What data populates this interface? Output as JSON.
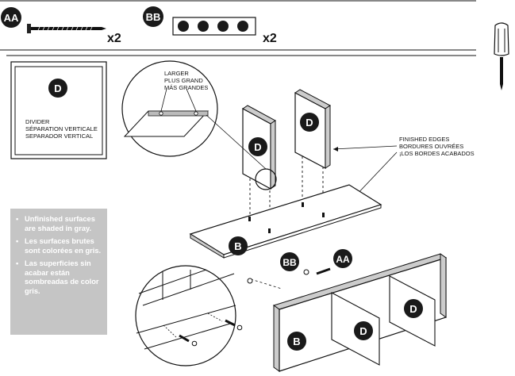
{
  "hardware": {
    "screw": {
      "badge": "AA",
      "quantity": "x2",
      "icon": "screw-icon"
    },
    "dowel": {
      "badge": "BB",
      "quantity": "x2",
      "icon": "dowel-icon"
    },
    "tool": {
      "icon": "screwdriver-icon"
    }
  },
  "part_card": {
    "badge": "D",
    "lines": [
      "DIVIDER",
      "SÉPARATION VERTICALE",
      "SEPARADOR VERTICAL"
    ]
  },
  "callout_larger": [
    "LARGER",
    "PLUS GRAND",
    "MÁS GRANDES"
  ],
  "callout_finished_edges": [
    "FINISHED EDGES",
    "BORDURES OUVRÉES",
    "¡LOS BORDES ACABADOS"
  ],
  "part_labels": {
    "divider": "D",
    "bottom": "B"
  },
  "note": [
    "Unfinished surfaces are shaded in gray.",
    "Les surfaces brutes sont colorées en gris.",
    "Las superficies sin acabar están sombreadas de color gris."
  ],
  "colors": {
    "badge": "#1a1a1a",
    "note_bg": "#c5c5c5",
    "line": "#111111"
  }
}
